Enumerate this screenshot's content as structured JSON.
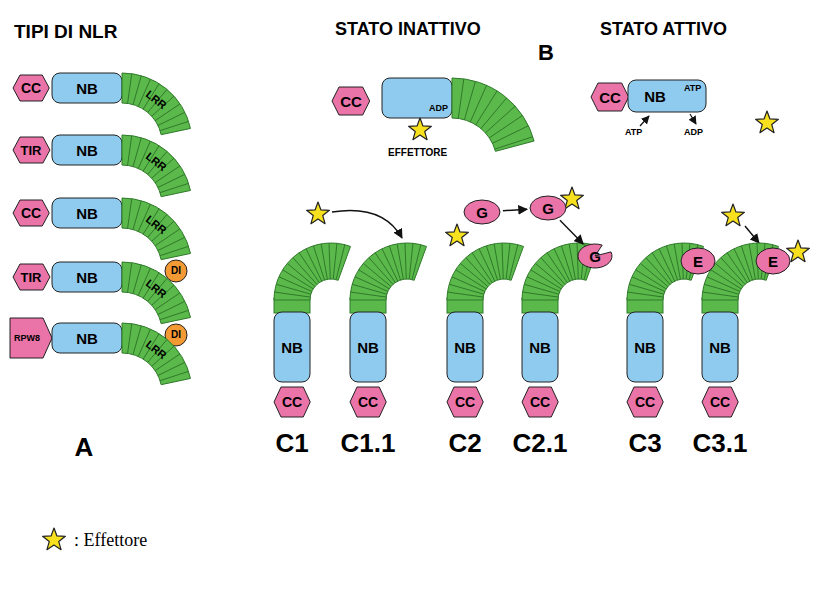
{
  "diagram": {
    "nodes": [
      {
        "text": [
          "CC"
        ]
      },
      {
        "text": [
          "NB"
        ]
      },
      {
        "text": [
          "LRR"
        ]
      },
      {
        "text": [
          "TIR"
        ]
      },
      {
        "text": [
          "NB"
        ]
      },
      {
        "text": [
          "LRR"
        ]
      },
      {
        "text": [
          "CC"
        ]
      },
      {
        "text": [
          "NB"
        ]
      },
      {
        "text": [
          "LRR"
        ]
      },
      {
        "text": [
          "DI"
        ]
      },
      {
        "text": [
          "TIR"
        ]
      },
      {
        "text": [
          "NB"
        ]
      },
      {
        "text": [
          "LRR"
        ]
      },
      {
        "text": [
          "DI"
        ]
      },
      {
        "text": [
          "RPW8"
        ]
      },
      {
        "text": [
          "NB"
        ]
      },
      {
        "text": [
          "LRR"
        ]
      },
      {
        "text": [
          "CC"
        ]
      },
      {
        "text": [
          "CC"
        ]
      },
      {
        "text": [
          "NB"
        ]
      },
      {
        "text": [
          "NB"
        ]
      },
      {
        "text": [
          "CC"
        ]
      },
      {
        "text": [
          "NB"
        ]
      },
      {
        "text": [
          "CC"
        ]
      },
      {
        "text": [
          "G"
        ]
      },
      {
        "text": [
          "G"
        ]
      },
      {
        "text": [
          "NB"
        ]
      },
      {
        "text": [
          "CC"
        ]
      },
      {
        "text": [
          "G"
        ]
      },
      {
        "text": [
          "NB"
        ]
      },
      {
        "text": [
          "CC"
        ]
      },
      {
        "text": [
          "E"
        ]
      },
      {
        "text": [
          "NB"
        ]
      },
      {
        "text": [
          "CC"
        ]
      },
      {
        "text": [
          "E"
        ]
      },
      {
        "text": [
          "NB"
        ]
      },
      {
        "text": [
          "CC"
        ]
      }
    ],
    "edges": [
      {
        "from": 24,
        "to": 25,
        "arrow": "to"
      },
      {
        "from": 25,
        "to": 28,
        "arrow": "to"
      }
    ],
    "labels": [
      "TIPI DI NLR",
      "STATO INATTIVO",
      "B",
      "STATO ATTIVO",
      "ADP",
      "ATP",
      "EFFETTORE",
      "ATP",
      "ADP",
      "A",
      "C1",
      "C1.1",
      "C2",
      "C2.1",
      "C3",
      "C3.1"
    ],
    "legend": [
      {
        "text": ": Effettore"
      }
    ]
  }
}
